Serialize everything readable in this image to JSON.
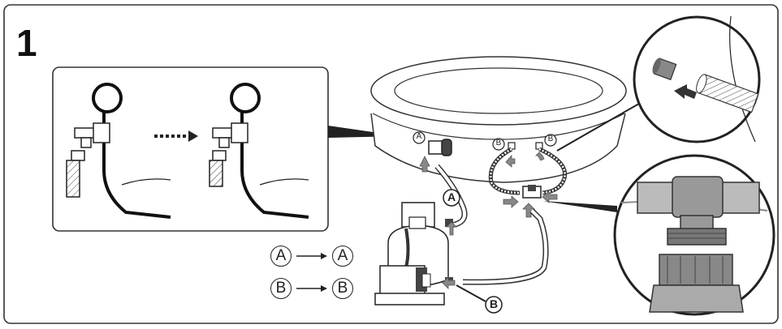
{
  "step": {
    "number": "1"
  },
  "labels": {
    "a": "A",
    "b": "B"
  },
  "legend": [
    {
      "from": "A",
      "to": "A"
    },
    {
      "from": "B",
      "to": "B"
    }
  ]
}
